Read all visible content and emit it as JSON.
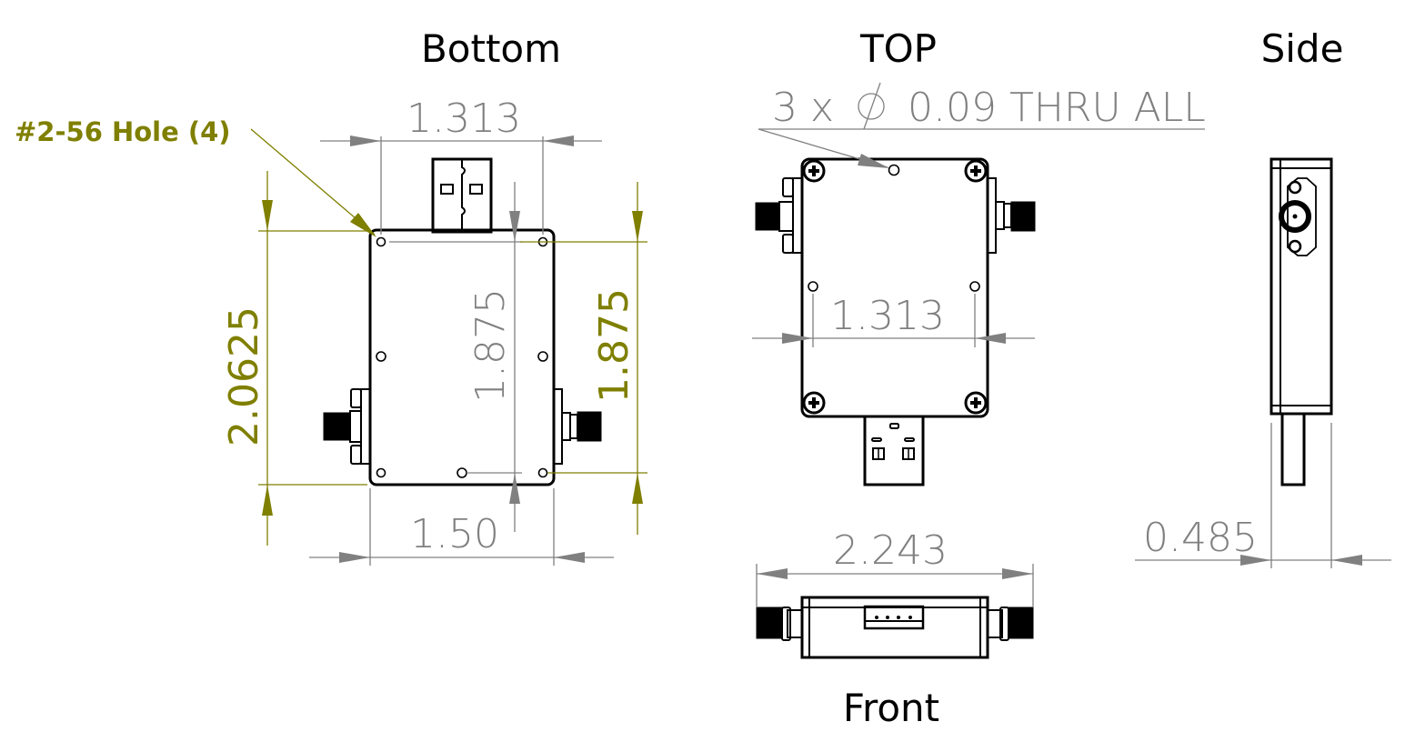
{
  "views": {
    "bottom": {
      "title": "Bottom"
    },
    "top": {
      "title": "TOP"
    },
    "side": {
      "title": "Side"
    },
    "front": {
      "title": "Front"
    }
  },
  "callouts": {
    "hole_note": "#2-56 Hole (4)",
    "thru_note_prefix": "3 x",
    "thru_note_value": "0.09 THRU ALL"
  },
  "dimensions": {
    "bottom_top_width": "1.313",
    "bottom_overall_height": "2.0625",
    "bottom_inner_height": "1.875",
    "bottom_right_height": "1.875",
    "bottom_width": "1.50",
    "top_hole_spacing": "1.313",
    "front_overall_length": "2.243",
    "side_thickness": "0.485"
  },
  "colors": {
    "dimension_gray": "#808080",
    "dimension_olive": "#7f7f00",
    "part_outline": "#000000"
  }
}
